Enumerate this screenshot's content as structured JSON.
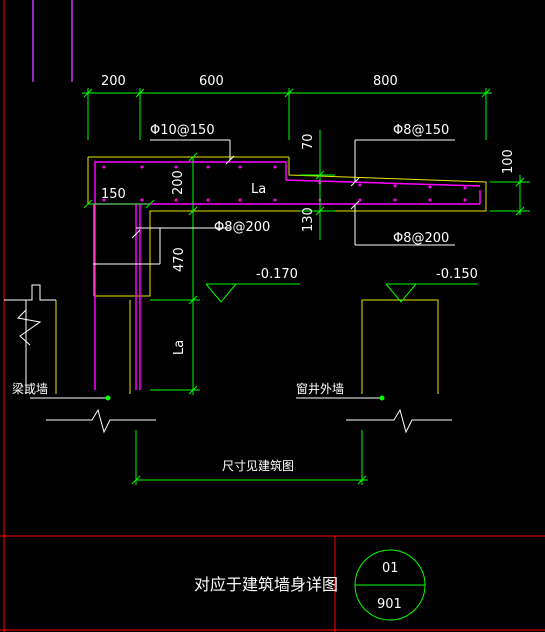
{
  "colors": {
    "background": "#000000",
    "frame": "#ff0000",
    "dimension": "#00ff00",
    "label": "#ffffff",
    "rebar_main": "#ff00ff",
    "rebar_alt": "#ffff00"
  },
  "dimensions": {
    "top_200": "200",
    "top_600": "600",
    "top_800": "800",
    "v_70": "70",
    "v_200": "200",
    "v_130": "130",
    "v_100": "100",
    "v_470": "470",
    "h_150": "150",
    "la_upper": "La",
    "la_lower": "La"
  },
  "rebar_labels": {
    "phi10_150": "Φ10@150",
    "phi8_150": "Φ8@150",
    "phi8_200_left": "Φ8@200",
    "phi8_200_right": "Φ8@200"
  },
  "elevations": {
    "left": "-0.170",
    "right": "-0.150"
  },
  "notes": {
    "beam_or_wall": "梁或墙",
    "window_well_outer_wall": "窗井外墙",
    "size_see_arch": "尺寸见建筑图"
  },
  "title_block": {
    "title": "对应于建筑墙身详图",
    "detail_number": "01",
    "sheet_number": "901"
  }
}
